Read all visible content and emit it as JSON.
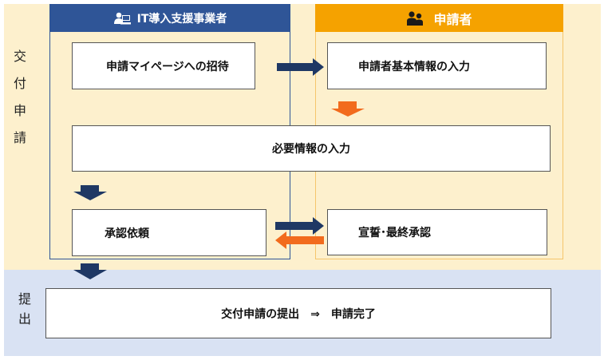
{
  "header": {
    "it_vendor": "IT導入支援事業者",
    "applicant": "申請者"
  },
  "side_labels": {
    "grant_application": [
      "交",
      "付",
      "申",
      "請"
    ],
    "submit": [
      "提",
      "出"
    ]
  },
  "boxes": {
    "invite": "申請マイページへの招待",
    "basic_info": "申請者基本情報の入力",
    "required_info": "必要情報の入力",
    "approval_request": "承認依頼",
    "oath": "宣誓･最終承認",
    "submission": "交付申請の提出　⇒　申請完了"
  },
  "icons": {
    "it_vendor": "computer-user-icon",
    "applicant": "people-icon"
  },
  "colors": {
    "it_vendor_header": "#2f5597",
    "applicant_header": "#f5a200",
    "band_application": "#fdf0cd",
    "band_submit": "#d9e2f3",
    "arrow_navy": "#1f3864",
    "arrow_orange": "#f26b1d"
  }
}
